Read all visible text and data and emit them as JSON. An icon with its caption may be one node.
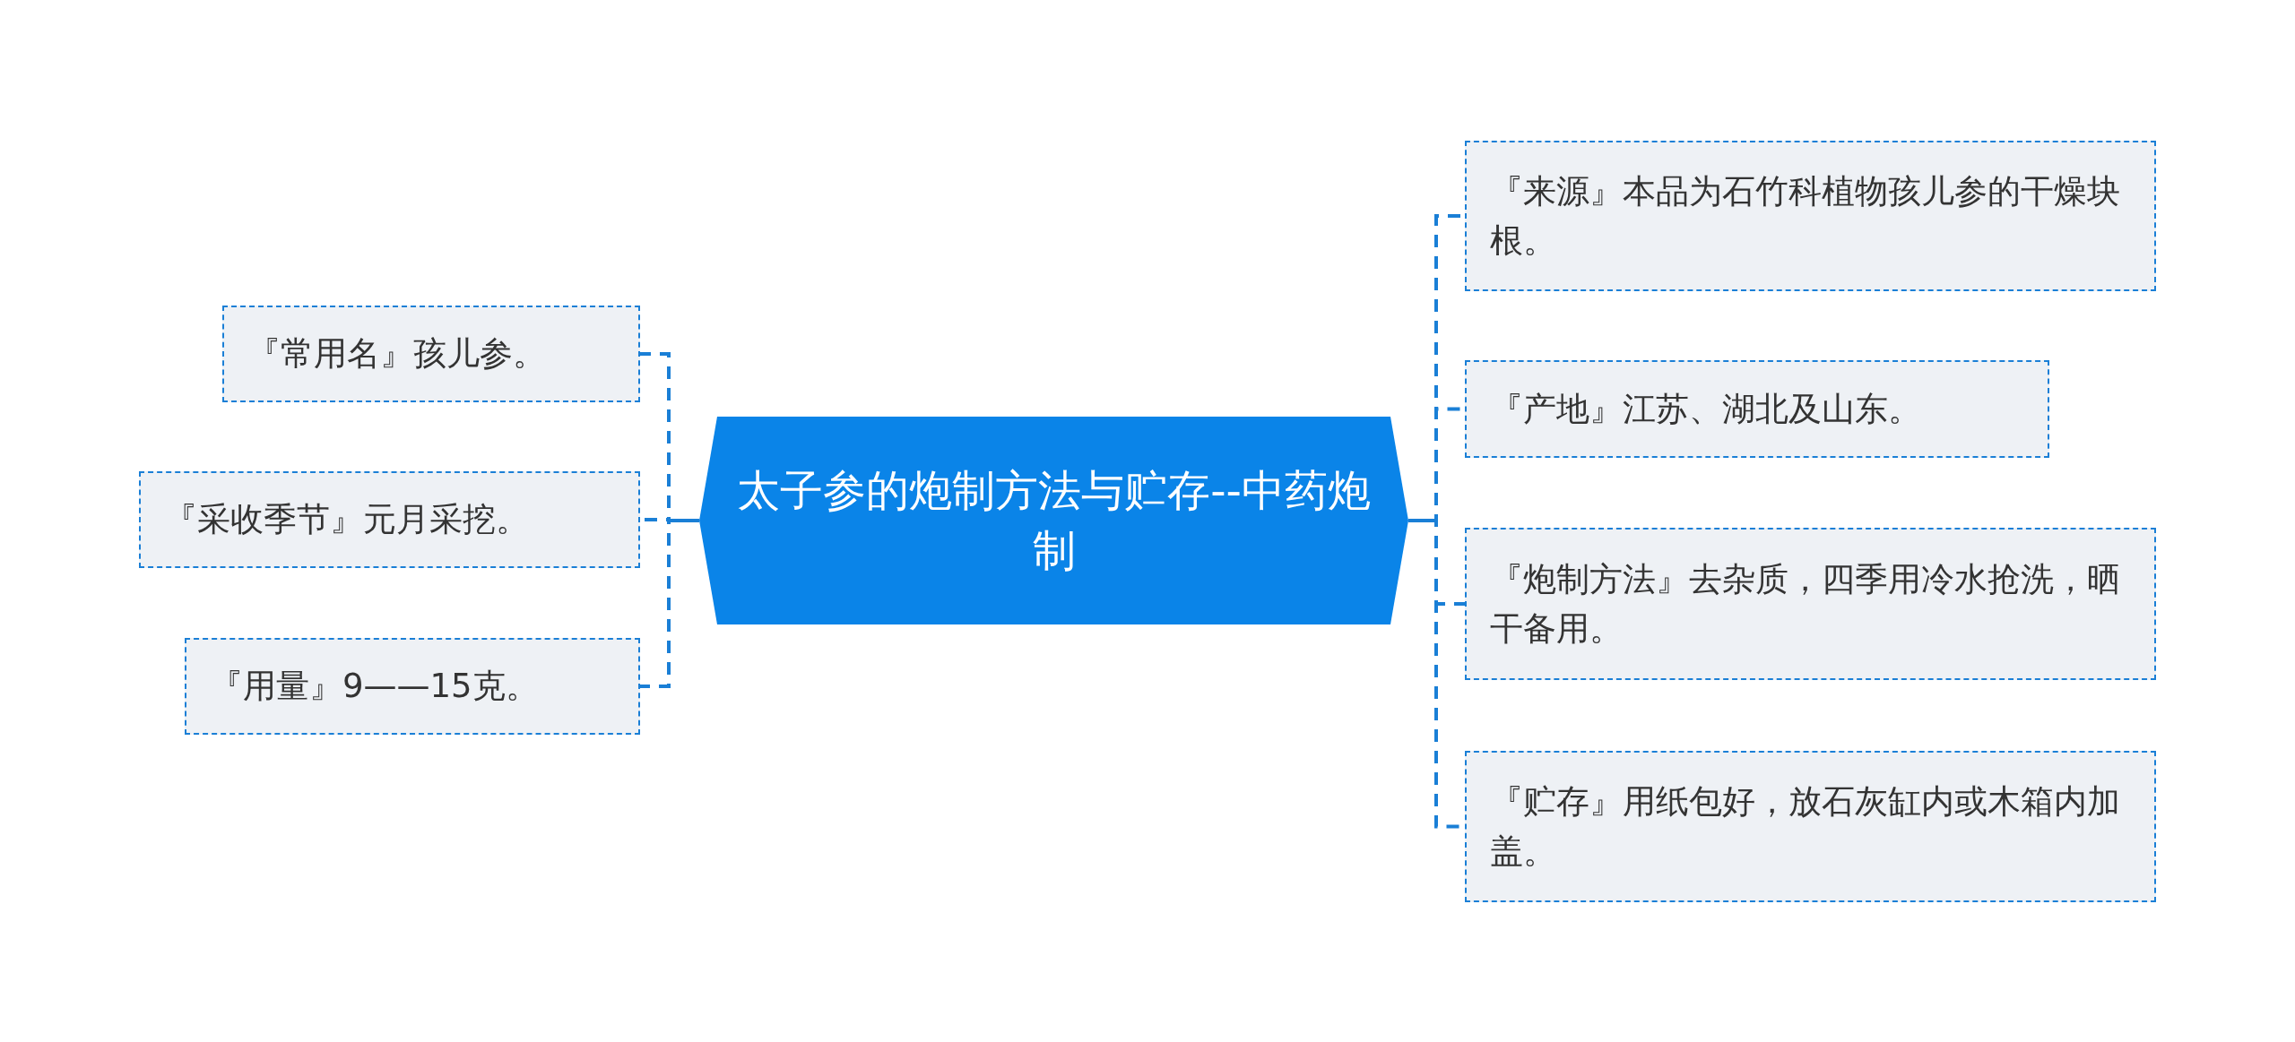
{
  "diagram": {
    "nodes": [
      {
        "text": [
          "太子参的炮制方法与贮存--中药炮制"
        ]
      },
      {
        "text": [
          "『常用名』孩儿参。"
        ]
      },
      {
        "text": [
          "『采收季节』元月采挖。"
        ]
      },
      {
        "text": [
          "『用量』9——15克。"
        ]
      },
      {
        "text": [
          "『来源』本品为石竹科植物孩儿参的干燥块根。"
        ]
      },
      {
        "text": [
          "『产地』江苏、湖北及山东。"
        ]
      },
      {
        "text": [
          "『炮制方法』去杂质，四季用冷水抢洗，晒干备用。"
        ]
      },
      {
        "text": [
          "『贮存』用纸包好，放石灰缸内或木箱内加盖。"
        ]
      }
    ],
    "edges": [
      {
        "from": 0,
        "to": 1,
        "arrow": "none",
        "style": "dashed"
      },
      {
        "from": 0,
        "to": 2,
        "arrow": "none",
        "style": "dashed"
      },
      {
        "from": 0,
        "to": 3,
        "arrow": "none",
        "style": "dashed"
      },
      {
        "from": 0,
        "to": 4,
        "arrow": "none",
        "style": "dashed"
      },
      {
        "from": 0,
        "to": 5,
        "arrow": "none",
        "style": "dashed"
      },
      {
        "from": 0,
        "to": 6,
        "arrow": "none",
        "style": "dashed"
      },
      {
        "from": 0,
        "to": 7,
        "arrow": "none",
        "style": "dashed"
      }
    ]
  }
}
